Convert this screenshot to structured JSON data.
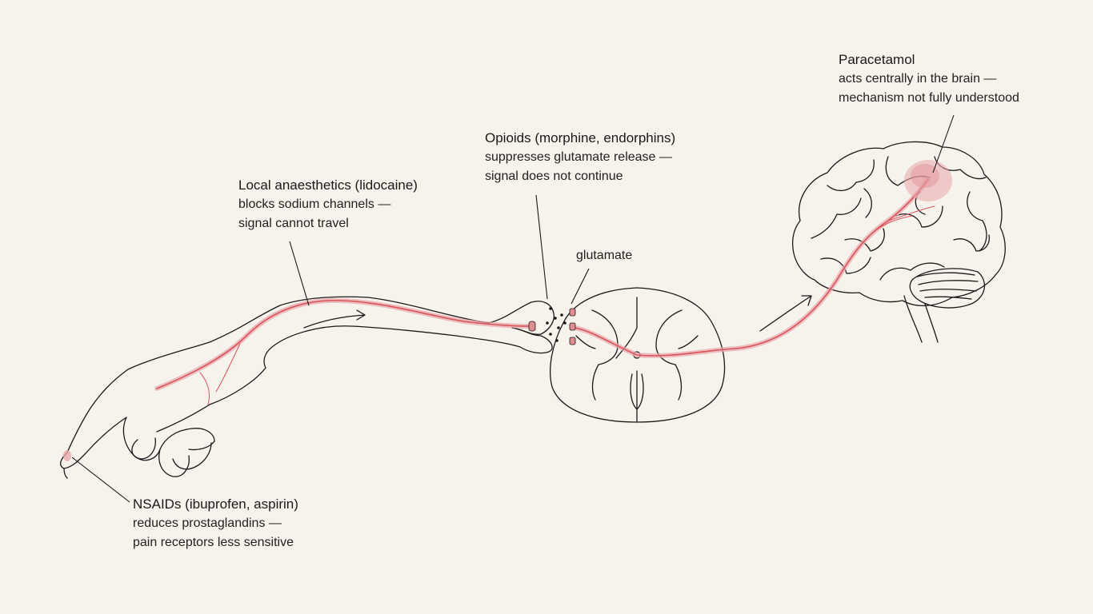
{
  "colors": {
    "background": "#f6f2ec",
    "ink": "#1a1a1a",
    "nerve_signal": "#d9535b",
    "brain_highlight": "#e9a7ab"
  },
  "annotations": {
    "paracetamol": {
      "title": "Paracetamol",
      "line1": "acts centrally in the brain —",
      "line2": "mechanism not fully understood"
    },
    "opioids": {
      "title": "Opioids (morphine, endorphins)",
      "line1": "suppresses glutamate release —",
      "line2": "signal does not continue"
    },
    "local_anaesthetics": {
      "title": "Local anaesthetics (lidocaine)",
      "line1": "blocks sodium channels —",
      "line2": "signal cannot travel"
    },
    "glutamate": "glutamate",
    "nsaids": {
      "title": "NSAIDs (ibuprofen, aspirin)",
      "line1": "reduces prostaglandins —",
      "line2": "pain receptors less sensitive"
    }
  },
  "icons": [
    "hand-illustration",
    "spinal-cord-illustration",
    "brain-illustration",
    "arrow-icon"
  ]
}
